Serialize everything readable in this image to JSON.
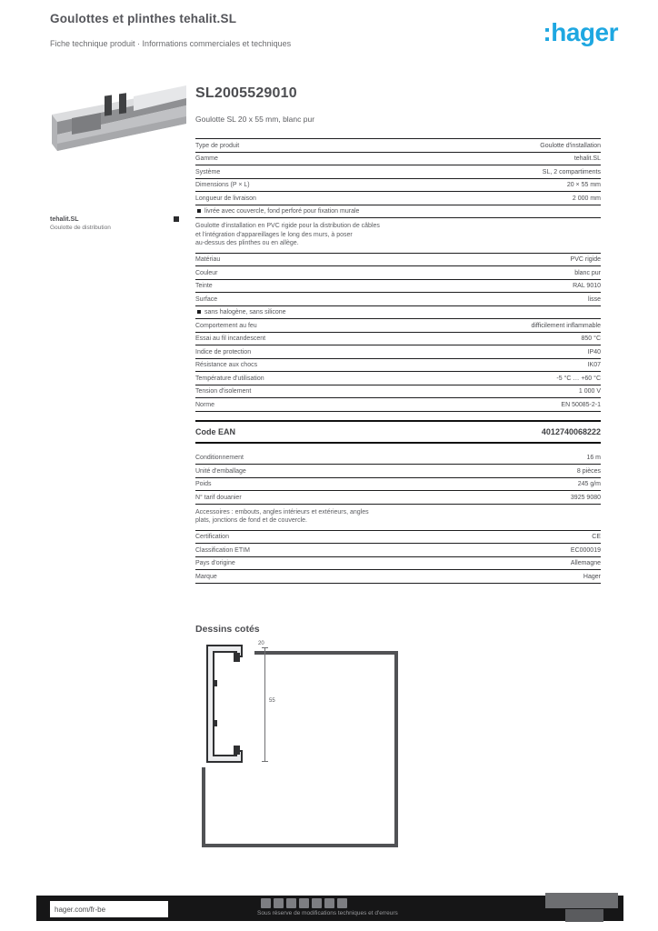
{
  "colors": {
    "brand_blue": "#1ea7e1",
    "text_gray": "#55565a",
    "rule_black": "#1d1d1f",
    "footer_bg": "#161617"
  },
  "header": {
    "line1": "Goulottes et plinthes tehalit.SL",
    "line2": "Fiche technique produit · Informations commerciales et techniques",
    "logo": ":hager"
  },
  "product": {
    "title": "SL2005529010",
    "subtitle": "Goulotte SL 20 x 55 mm, blanc pur",
    "photo_caption1": "tehalit.SL",
    "photo_caption2": "Goulotte de distribution"
  },
  "specs": {
    "sections": [
      {
        "type": "rows",
        "rows": [
          {
            "label": "Type de produit",
            "value": "Goulotte d'installation"
          },
          {
            "label": "Gamme",
            "value": "tehalit.SL"
          },
          {
            "label": "Système",
            "value": "SL, 2 compartiments"
          },
          {
            "label": "Dimensions (P × L)",
            "value": "20 × 55 mm"
          },
          {
            "label": "Longueur de livraison",
            "value": "2 000 mm"
          }
        ]
      },
      {
        "type": "bullet",
        "text": "livrée avec couvercle, fond perforé pour fixation murale"
      },
      {
        "type": "paragraph",
        "lines": [
          "Goulotte d'installation en PVC rigide pour la distribution de câbles",
          "et l'intégration d'appareillages le long des murs, à poser",
          "au-dessus des plinthes ou en allège."
        ]
      },
      {
        "type": "rows",
        "rows": [
          {
            "label": "Matériau",
            "value": "PVC rigide"
          },
          {
            "label": "Couleur",
            "value": "blanc pur"
          },
          {
            "label": "Teinte",
            "value": "RAL 9010"
          },
          {
            "label": "Surface",
            "value": "lisse"
          }
        ]
      },
      {
        "type": "bullet",
        "text": "sans halogène, sans silicone"
      },
      {
        "type": "rows",
        "rows": [
          {
            "label": "Comportement au feu",
            "value": "difficilement inflammable"
          },
          {
            "label": "Essai au fil incandescent",
            "value": "850 °C"
          },
          {
            "label": "Indice de protection",
            "value": "IP40"
          },
          {
            "label": "Résistance aux chocs",
            "value": "IK07"
          },
          {
            "label": "Température d'utilisation",
            "value": "-5 °C … +60 °C"
          },
          {
            "label": "Tension d'isolement",
            "value": "1 000 V"
          },
          {
            "label": "Norme",
            "value": "EN 50085-2-1"
          }
        ]
      },
      {
        "type": "highlight",
        "label": "Code EAN",
        "value": "4012740068222"
      },
      {
        "type": "rows",
        "rows": [
          {
            "label": "Conditionnement",
            "value": "16 m"
          },
          {
            "label": "Unité d'emballage",
            "value": "8 pièces"
          },
          {
            "label": "Poids",
            "value": "245 g/m"
          },
          {
            "label": "N° tarif douanier",
            "value": "3925 9080"
          }
        ]
      },
      {
        "type": "paragraph",
        "lines": [
          "Accessoires : embouts, angles intérieurs et extérieurs, angles",
          "plats, jonctions de fond et de couvercle."
        ]
      },
      {
        "type": "rows",
        "rows": [
          {
            "label": "Certification",
            "value": "CE"
          },
          {
            "label": "Classification ETIM",
            "value": "EC000019"
          },
          {
            "label": "Pays d'origine",
            "value": "Allemagne"
          },
          {
            "label": "Marque",
            "value": "Hager"
          }
        ]
      }
    ]
  },
  "drawing": {
    "heading": "Dessins cotés",
    "dim_width": "20",
    "dim_height": "55"
  },
  "footer": {
    "website": "hager.com/fr-be",
    "note": "Sous réserve de modifications techniques et d'erreurs",
    "icons": [
      "ce-mark-icon",
      "vde-mark-icon",
      "nf-mark-icon",
      "cebec-mark-icon",
      "kema-mark-icon",
      "iso-mark-icon",
      "rohs-mark-icon"
    ]
  }
}
